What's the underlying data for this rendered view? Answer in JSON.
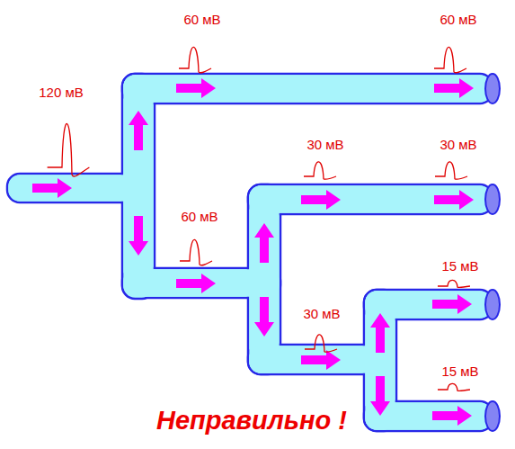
{
  "diagram": {
    "labels": [
      "120 мВ",
      "60 мВ",
      "60 мВ",
      "30 мВ",
      "30 мВ",
      "60 мВ",
      "30 мВ",
      "15 мВ",
      "15 мВ",
      "Неправильно !"
    ]
  }
}
